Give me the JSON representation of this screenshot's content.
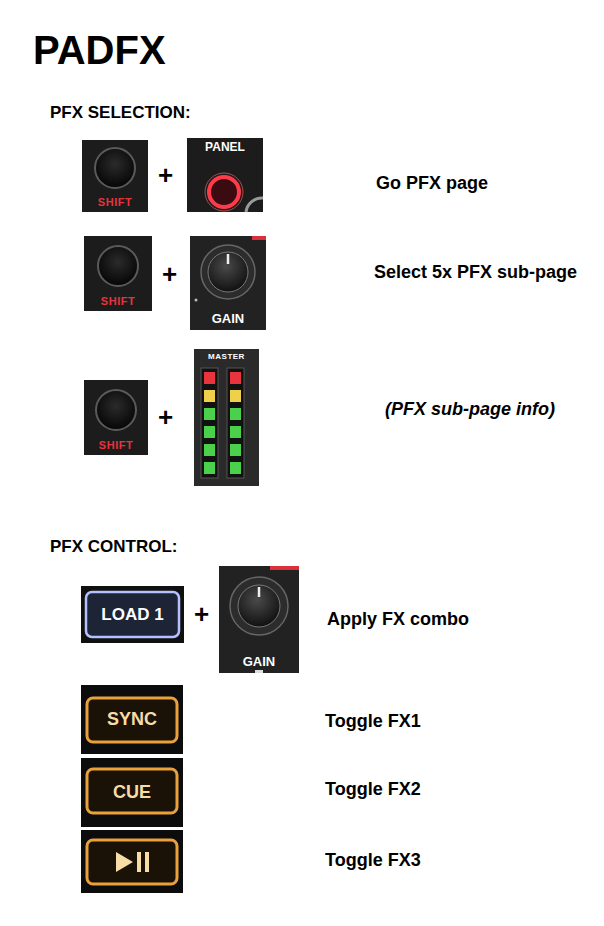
{
  "diagram": {
    "title": "PADFX",
    "nodes": [
      {
        "text": [
          "SHIFT"
        ]
      },
      {
        "text": [
          "PANEL"
        ]
      },
      {
        "text": [
          "SHIFT"
        ]
      },
      {
        "text": [
          "GAIN"
        ]
      },
      {
        "text": [
          "SHIFT"
        ]
      },
      {
        "text": [
          "MASTER"
        ]
      },
      {
        "text": [
          "LOAD 1"
        ]
      },
      {
        "text": [
          "GAIN"
        ]
      },
      {
        "text": [
          "SYNC"
        ]
      },
      {
        "text": [
          "CUE"
        ]
      }
    ],
    "labels": [
      "PFX SELECTION:",
      "+",
      "Go PFX page",
      "+",
      "Select 5x PFX sub-page",
      "+",
      "(PFX sub-page info)",
      "PFX CONTROL:",
      "+",
      "Apply FX combo",
      "Toggle FX1",
      "Toggle FX2",
      "Toggle FX3"
    ]
  }
}
